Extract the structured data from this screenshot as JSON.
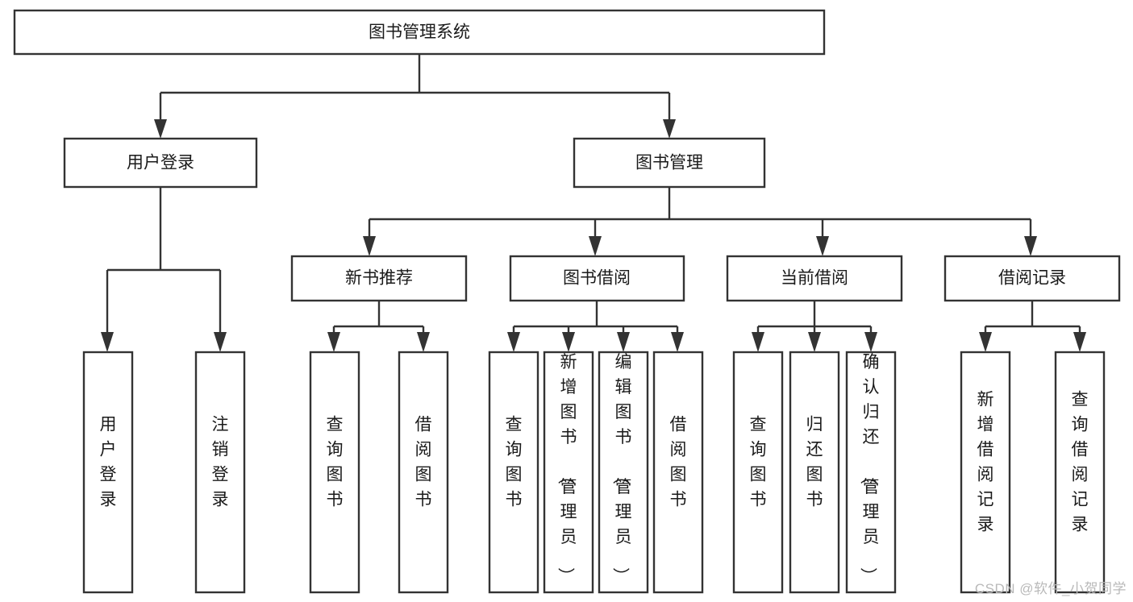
{
  "diagram": {
    "type": "tree",
    "title": "图书管理系统",
    "watermark": "CSDN @软件_小贺同学",
    "colors": {
      "stroke": "#333333",
      "fill": "#ffffff",
      "text": "#1a1a1a",
      "watermark": "#b9b9b9"
    },
    "levels": {
      "root": "图书管理系统",
      "level2": [
        "用户登录",
        "图书管理"
      ],
      "level3": [
        "新书推荐",
        "图书借阅",
        "当前借阅",
        "借阅记录"
      ]
    },
    "nodes": {
      "root": {
        "label": "图书管理系统",
        "orient": "horizontal"
      },
      "user_login": {
        "label": "用户登录",
        "orient": "horizontal"
      },
      "book_manage": {
        "label": "图书管理",
        "orient": "horizontal"
      },
      "new_book_rec": {
        "label": "新书推荐",
        "orient": "horizontal"
      },
      "book_borrow": {
        "label": "图书借阅",
        "orient": "horizontal"
      },
      "current_borrow": {
        "label": "当前借阅",
        "orient": "horizontal"
      },
      "borrow_record": {
        "label": "借阅记录",
        "orient": "horizontal"
      },
      "leaf_user_login": {
        "label": "用户登录",
        "orient": "vertical"
      },
      "leaf_logout": {
        "label": "注销登录",
        "orient": "vertical"
      },
      "leaf_query_book_1": {
        "label": "查询图书",
        "orient": "vertical"
      },
      "leaf_borrow_book_1": {
        "label": "借阅图书",
        "orient": "vertical"
      },
      "leaf_query_book_2": {
        "label": "查询图书",
        "orient": "vertical"
      },
      "leaf_add_book": {
        "label": "新增图书（管理员）",
        "orient": "vertical"
      },
      "leaf_edit_book": {
        "label": "编辑图书（管理员）",
        "orient": "vertical"
      },
      "leaf_borrow_book_2": {
        "label": "借阅图书",
        "orient": "vertical"
      },
      "leaf_query_book_3": {
        "label": "查询图书",
        "orient": "vertical"
      },
      "leaf_return_book": {
        "label": "归还图书",
        "orient": "vertical"
      },
      "leaf_confirm_return": {
        "label": "确认归还（管理员）",
        "orient": "vertical"
      },
      "leaf_add_record": {
        "label": "新增借阅记录",
        "orient": "vertical"
      },
      "leaf_query_record": {
        "label": "查询借阅记录",
        "orient": "vertical"
      }
    },
    "edges": [
      {
        "from": "root",
        "to": "user_login"
      },
      {
        "from": "root",
        "to": "book_manage"
      },
      {
        "from": "user_login",
        "to": "leaf_user_login"
      },
      {
        "from": "user_login",
        "to": "leaf_logout"
      },
      {
        "from": "book_manage",
        "to": "new_book_rec"
      },
      {
        "from": "book_manage",
        "to": "book_borrow"
      },
      {
        "from": "book_manage",
        "to": "current_borrow"
      },
      {
        "from": "book_manage",
        "to": "borrow_record"
      },
      {
        "from": "new_book_rec",
        "to": "leaf_query_book_1"
      },
      {
        "from": "new_book_rec",
        "to": "leaf_borrow_book_1"
      },
      {
        "from": "book_borrow",
        "to": "leaf_query_book_2"
      },
      {
        "from": "book_borrow",
        "to": "leaf_add_book"
      },
      {
        "from": "book_borrow",
        "to": "leaf_edit_book"
      },
      {
        "from": "book_borrow",
        "to": "leaf_borrow_book_2"
      },
      {
        "from": "current_borrow",
        "to": "leaf_query_book_3"
      },
      {
        "from": "current_borrow",
        "to": "leaf_return_book"
      },
      {
        "from": "current_borrow",
        "to": "leaf_confirm_return"
      },
      {
        "from": "borrow_record",
        "to": "leaf_add_record"
      },
      {
        "from": "borrow_record",
        "to": "leaf_query_record"
      }
    ]
  }
}
